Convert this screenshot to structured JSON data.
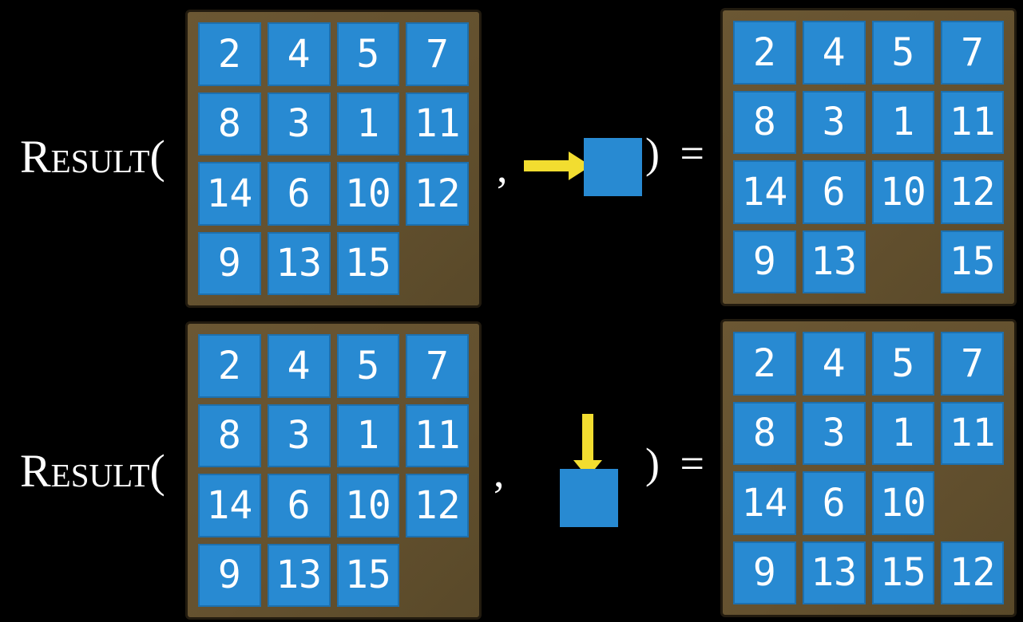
{
  "colors": {
    "background": "#000000",
    "tile_blue": "#288ad2",
    "frame_brown": "#64512f",
    "arrow_yellow": "#f2dd30",
    "text_white": "#ffffff"
  },
  "equations": [
    {
      "function_label": "Result(",
      "comma": ",",
      "close_paren_equals": ") =",
      "action": {
        "name": "move-right",
        "arrow_direction": "right"
      },
      "input_grid": [
        [
          "2",
          "4",
          "5",
          "7"
        ],
        [
          "8",
          "3",
          "1",
          "11"
        ],
        [
          "14",
          "6",
          "10",
          "12"
        ],
        [
          "9",
          "13",
          "15",
          ""
        ]
      ],
      "output_grid": [
        [
          "2",
          "4",
          "5",
          "7"
        ],
        [
          "8",
          "3",
          "1",
          "11"
        ],
        [
          "14",
          "6",
          "10",
          "12"
        ],
        [
          "9",
          "13",
          "",
          "15"
        ]
      ]
    },
    {
      "function_label": "Result(",
      "comma": ",",
      "close_paren_equals": ") =",
      "action": {
        "name": "move-down",
        "arrow_direction": "down"
      },
      "input_grid": [
        [
          "2",
          "4",
          "5",
          "7"
        ],
        [
          "8",
          "3",
          "1",
          "11"
        ],
        [
          "14",
          "6",
          "10",
          "12"
        ],
        [
          "9",
          "13",
          "15",
          ""
        ]
      ],
      "output_grid": [
        [
          "2",
          "4",
          "5",
          "7"
        ],
        [
          "8",
          "3",
          "1",
          "11"
        ],
        [
          "14",
          "6",
          "10",
          ""
        ],
        [
          "9",
          "13",
          "15",
          "12"
        ]
      ]
    }
  ]
}
